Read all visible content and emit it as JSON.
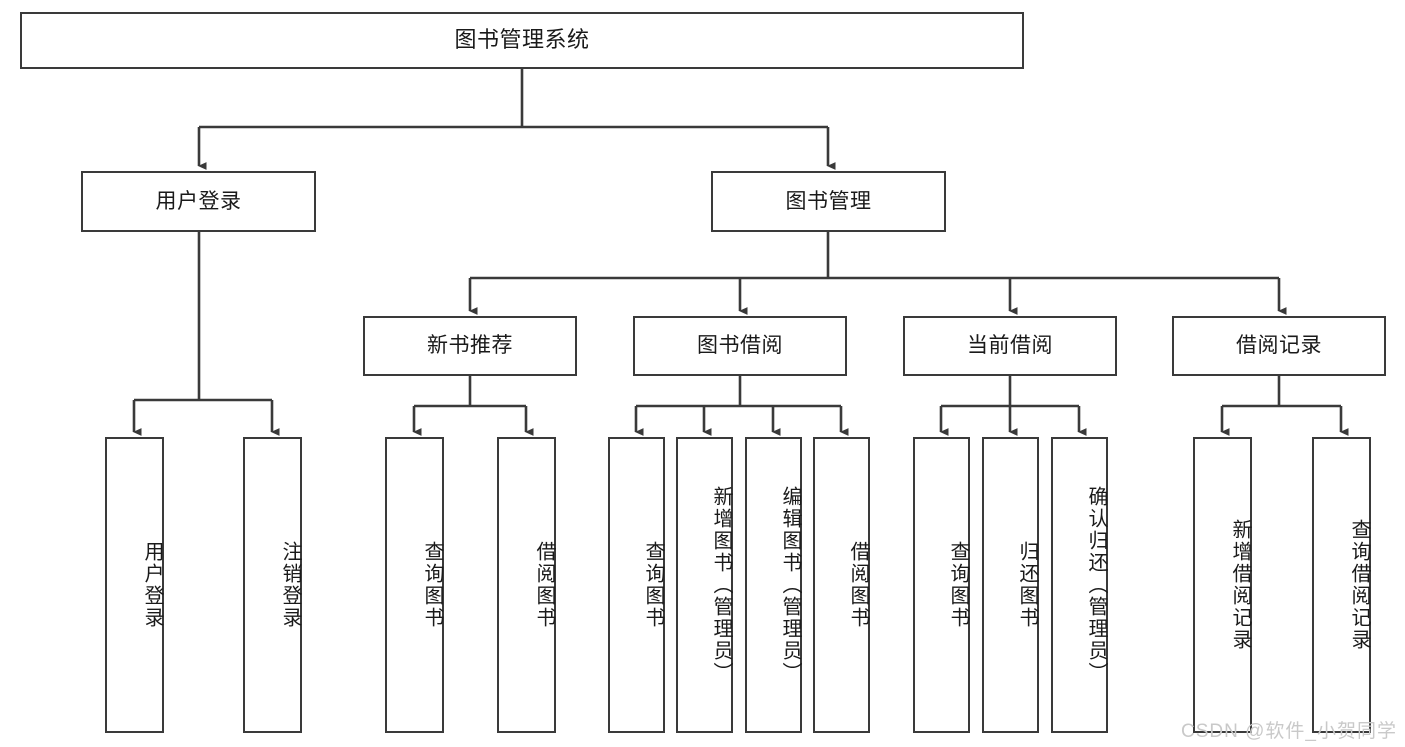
{
  "diagram": {
    "title": "图书管理系统",
    "watermark": "CSDN @软件_小贺同学",
    "colors": {
      "stroke": "#3a3a3a",
      "fill": "#ffffff",
      "text": "#1a1a1a",
      "watermark": "#c9c9c9"
    }
  },
  "nodes": {
    "root": {
      "label": "图书管理系统"
    },
    "level2": [
      {
        "label": "用户登录"
      },
      {
        "label": "图书管理"
      }
    ],
    "level3": [
      {
        "label": "新书推荐"
      },
      {
        "label": "图书借阅"
      },
      {
        "label": "当前借阅"
      },
      {
        "label": "借阅记录"
      }
    ],
    "leaves": [
      {
        "label": "用户登录"
      },
      {
        "label": "注销登录"
      },
      {
        "label": "查询图书"
      },
      {
        "label": "借阅图书"
      },
      {
        "label": "查询图书"
      },
      {
        "label": "新增图书（管理员）"
      },
      {
        "label": "编辑图书（管理员）"
      },
      {
        "label": "借阅图书"
      },
      {
        "label": "查询图书"
      },
      {
        "label": "归还图书"
      },
      {
        "label": "确认归还（管理员）"
      },
      {
        "label": "新增借阅记录"
      },
      {
        "label": "查询借阅记录"
      }
    ]
  }
}
